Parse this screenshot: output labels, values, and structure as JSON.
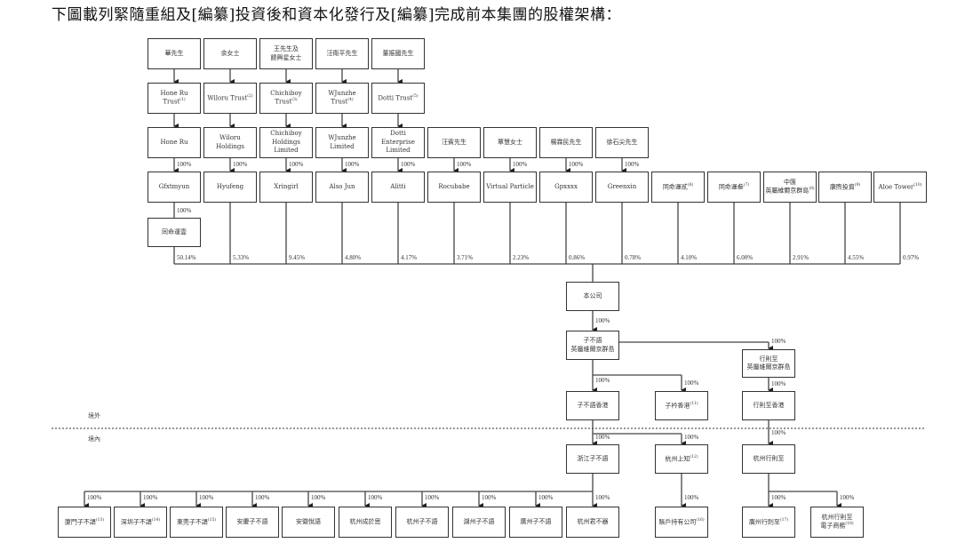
{
  "title": "下圖載列緊隨重組及[編纂]投資後和資本化發行及[編纂]完成前本集團的股權架構：",
  "zones": {
    "offshore": "境外",
    "onshore": "境內"
  },
  "boxes": {
    "r1": [
      {
        "label": "華先生",
        "note": ""
      },
      {
        "label": "余女士",
        "note": ""
      },
      {
        "label": "王先生及\n饒興星女士",
        "note": ""
      },
      {
        "label": "汪衛平先生",
        "note": ""
      },
      {
        "label": "董振國先生",
        "note": ""
      }
    ],
    "r2": [
      {
        "label": "Hone Ru Trust",
        "note": "(1)"
      },
      {
        "label": "Wiloru Trust",
        "note": "(2)"
      },
      {
        "label": "Chichiboy Trust",
        "note": "(3)"
      },
      {
        "label": "WJunzhe Trust",
        "note": "(4)"
      },
      {
        "label": "Dotti Trust",
        "note": "(5)"
      }
    ],
    "r3": [
      {
        "label": "Hone Ru",
        "note": ""
      },
      {
        "label": "Wiloru\nHoldings",
        "note": ""
      },
      {
        "label": "Chichiboy\nHoldings\nLimited",
        "note": ""
      },
      {
        "label": "WJunzhe Limited",
        "note": ""
      },
      {
        "label": "Dotti Enterprise\nLimited",
        "note": ""
      },
      {
        "label": "汪賓先生",
        "note": ""
      },
      {
        "label": "覃慧女士",
        "note": ""
      },
      {
        "label": "楊霖民先生",
        "note": ""
      },
      {
        "label": "徐石尖先生",
        "note": ""
      }
    ],
    "r4": [
      {
        "label": "Gfxtmyun",
        "note": ""
      },
      {
        "label": "Hyufeng",
        "note": ""
      },
      {
        "label": "Xringirl",
        "note": ""
      },
      {
        "label": "Also Jun",
        "note": ""
      },
      {
        "label": "Alitti",
        "note": ""
      },
      {
        "label": "Rocubabe",
        "note": ""
      },
      {
        "label": "Virtual Particle",
        "note": ""
      },
      {
        "label": "Gpxxxx",
        "note": ""
      },
      {
        "label": "Greenxin",
        "note": ""
      },
      {
        "label": "同命運貳",
        "note": "(6)"
      },
      {
        "label": "同命運叁",
        "note": "(7)"
      },
      {
        "label": "中匯\n英屬維爾京群島",
        "note": "(8)"
      },
      {
        "label": "康煦投資",
        "note": "(9)"
      },
      {
        "label": "Aloe Tower",
        "note": "(10)"
      }
    ],
    "tmy1": {
      "label": "同命運壹",
      "note": ""
    },
    "company": {
      "label": "本公司",
      "note": ""
    },
    "zby_bvi": {
      "label": "子不語\n英屬維爾京群島",
      "note": ""
    },
    "xzz_bvi": {
      "label": "行則至\n英屬維爾京群島",
      "note": ""
    },
    "zby_hk": {
      "label": "子不語香港",
      "note": ""
    },
    "zj_hk": {
      "label": "子衿香港",
      "note": "(11)"
    },
    "xzz_hk": {
      "label": "行則至香港",
      "note": ""
    },
    "zj_zby": {
      "label": "浙江子不語",
      "note": ""
    },
    "hz_sz": {
      "label": "杭州上知",
      "note": "(12)"
    },
    "hz_xzz": {
      "label": "杭州行則至",
      "note": ""
    },
    "bottom": [
      {
        "label": "廈門子不語",
        "note": "(13)"
      },
      {
        "label": "深圳子不語",
        "note": "(14)"
      },
      {
        "label": "東莞子不語",
        "note": "(15)"
      },
      {
        "label": "安慶子不語",
        "note": ""
      },
      {
        "label": "安徽悅語",
        "note": ""
      },
      {
        "label": "杭州成於思",
        "note": ""
      },
      {
        "label": "杭州子不語",
        "note": ""
      },
      {
        "label": "湖州子不語",
        "note": ""
      },
      {
        "label": "廣州子不語",
        "note": ""
      },
      {
        "label": "杭州君不器",
        "note": ""
      },
      {
        "label": "賬戶持有公司",
        "note": "(16)"
      },
      {
        "label": "廣州行則至",
        "note": "(17)"
      },
      {
        "label": "杭州行則至\n電子商務",
        "note": "(18)"
      }
    ]
  },
  "pcts": {
    "r3_to_r4": [
      "100%",
      "100%",
      "100%",
      "100%",
      "100%",
      "100%",
      "100%",
      "100%",
      "100%"
    ],
    "to_tmy1": "100%",
    "company_holders": [
      "50.14%",
      "5.33%",
      "9.45%",
      "4.80%",
      "4.17%",
      "3.71%",
      "2.23%",
      "0.86%",
      "0.78%",
      "4.10%",
      "6.00%",
      "2.91%",
      "4.55%",
      "0.97%"
    ],
    "to_zby_bvi": "100%",
    "to_xzz_bvi": "100%",
    "to_zby_hk": "100%",
    "to_zj_hk": "100%",
    "to_xzz_hk": "100%",
    "to_zj_zby": "100%",
    "to_hz_sz": "100%",
    "to_hz_xzz": "100%",
    "to_bottom": [
      "100%",
      "100%",
      "100%",
      "100%",
      "100%",
      "100%",
      "100%",
      "100%",
      "100%",
      "100%",
      "100%",
      "100%",
      "100%"
    ]
  }
}
